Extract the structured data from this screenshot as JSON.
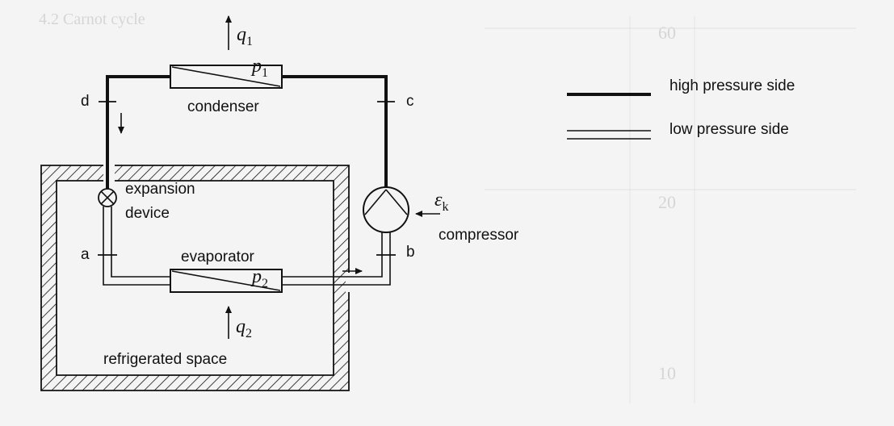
{
  "labels": {
    "q1": "q",
    "q1_sub": "1",
    "p1": "p",
    "p1_sub": "1",
    "p2": "p",
    "p2_sub": "2",
    "q2": "q",
    "q2_sub": "2",
    "eps": "ε",
    "eps_sub": "k",
    "condenser": "condenser",
    "evaporator": "evaporator",
    "compressor": "compressor",
    "expansion_1": "expansion",
    "expansion_2": "device",
    "refrigerated_space": "refrigerated space",
    "d": "d",
    "c": "c",
    "a": "a",
    "b": "b"
  },
  "legend": {
    "high": "high pressure side",
    "low": "low pressure side"
  },
  "background": {
    "heading": "4.2 Carnot cycle",
    "n60": "60",
    "n20": "20",
    "n10": "10"
  },
  "colors": {
    "ink": "#111111",
    "paper": "#f4f4f4",
    "ghost": "#bdbdbd"
  }
}
